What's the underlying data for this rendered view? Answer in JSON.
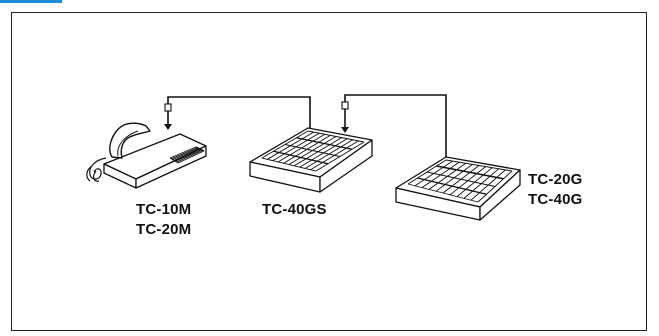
{
  "devices": [
    {
      "id": "master",
      "labels": [
        "TC-10M",
        "TC-20M"
      ],
      "icon": "master-station-handset-icon"
    },
    {
      "id": "gs",
      "labels": [
        "TC-40GS"
      ],
      "icon": "selector-station-icon"
    },
    {
      "id": "g",
      "labels": [
        "TC-20G",
        "TC-40G"
      ],
      "icon": "selector-station-icon"
    }
  ],
  "colors": {
    "line": "#111111",
    "accent": "#1a8fd6",
    "background": "#ffffff"
  }
}
